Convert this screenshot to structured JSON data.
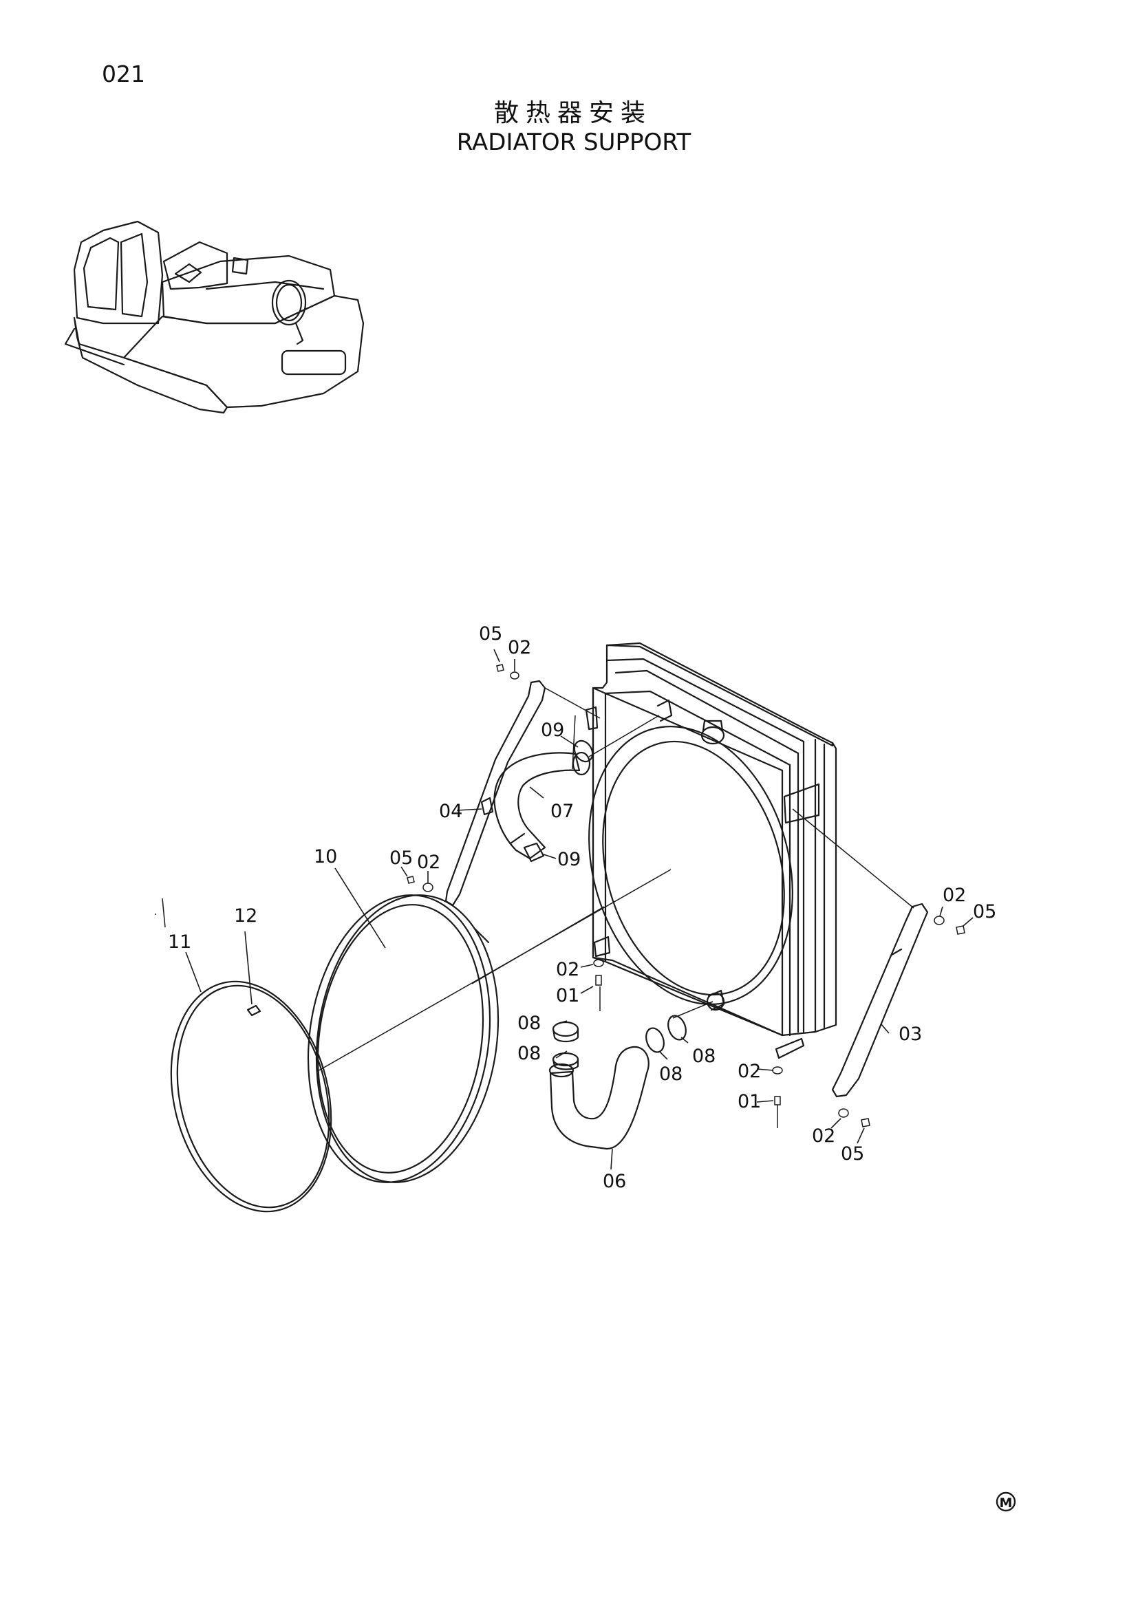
{
  "header": {
    "page_number": "021",
    "title_cn": "散热器安装",
    "title_en": "RADIATOR SUPPORT"
  },
  "callouts": [
    {
      "id": "c05a",
      "text": "05"
    },
    {
      "id": "c02a",
      "text": "02"
    },
    {
      "id": "c09a",
      "text": "09"
    },
    {
      "id": "c04",
      "text": "04"
    },
    {
      "id": "c07",
      "text": "07"
    },
    {
      "id": "c09b",
      "text": "09"
    },
    {
      "id": "c05b",
      "text": "05"
    },
    {
      "id": "c02b",
      "text": "02"
    },
    {
      "id": "c10",
      "text": "10"
    },
    {
      "id": "c12",
      "text": "12"
    },
    {
      "id": "c11",
      "text": "11"
    },
    {
      "id": "c02c",
      "text": "02"
    },
    {
      "id": "c01a",
      "text": "01"
    },
    {
      "id": "c08a",
      "text": "08"
    },
    {
      "id": "c08b",
      "text": "08"
    },
    {
      "id": "c08c",
      "text": "08"
    },
    {
      "id": "c08d",
      "text": "08"
    },
    {
      "id": "c06",
      "text": "06"
    },
    {
      "id": "c02d",
      "text": "02"
    },
    {
      "id": "c01b",
      "text": "01"
    },
    {
      "id": "c02e",
      "text": "02"
    },
    {
      "id": "c05c",
      "text": "05"
    },
    {
      "id": "c03",
      "text": "03"
    },
    {
      "id": "c02f",
      "text": "02"
    },
    {
      "id": "c05d",
      "text": "05"
    }
  ],
  "footer": {
    "mark_symbol": "M"
  }
}
